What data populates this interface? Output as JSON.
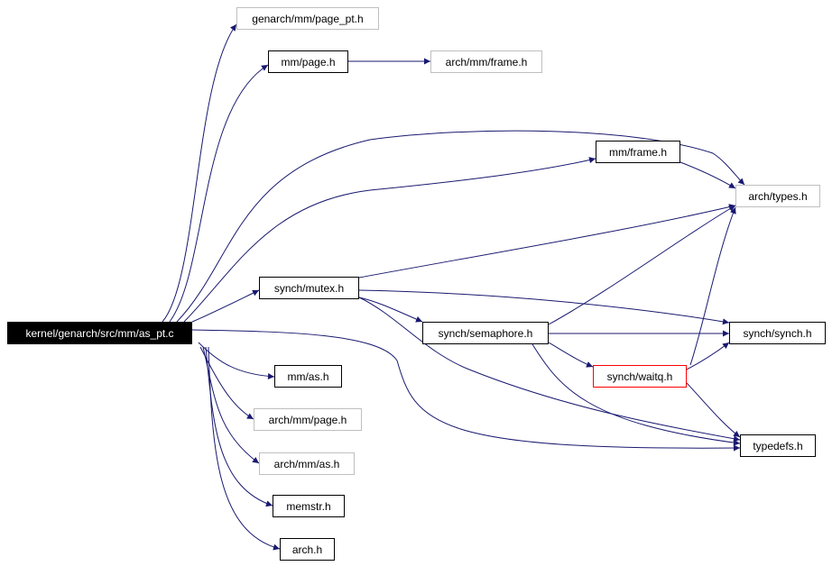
{
  "graph": {
    "root": {
      "label": "kernel/genarch/src/mm/as_pt.c",
      "kind": "root"
    },
    "nodes": [
      {
        "id": "genarch_page_pt",
        "label": "genarch/mm/page_pt.h",
        "kind": "missing"
      },
      {
        "id": "mm_page",
        "label": "mm/page.h",
        "kind": "normal"
      },
      {
        "id": "arch_mm_frame",
        "label": "arch/mm/frame.h",
        "kind": "missing"
      },
      {
        "id": "mm_frame",
        "label": "mm/frame.h",
        "kind": "normal"
      },
      {
        "id": "arch_types",
        "label": "arch/types.h",
        "kind": "missing"
      },
      {
        "id": "synch_mutex",
        "label": "synch/mutex.h",
        "kind": "normal"
      },
      {
        "id": "synch_semaphore",
        "label": "synch/semaphore.h",
        "kind": "normal"
      },
      {
        "id": "synch_synch",
        "label": "synch/synch.h",
        "kind": "normal"
      },
      {
        "id": "synch_waitq",
        "label": "synch/waitq.h",
        "kind": "cycle"
      },
      {
        "id": "typedefs",
        "label": "typedefs.h",
        "kind": "normal"
      },
      {
        "id": "mm_as",
        "label": "mm/as.h",
        "kind": "normal"
      },
      {
        "id": "arch_mm_page",
        "label": "arch/mm/page.h",
        "kind": "missing"
      },
      {
        "id": "arch_mm_as",
        "label": "arch/mm/as.h",
        "kind": "missing"
      },
      {
        "id": "memstr",
        "label": "memstr.h",
        "kind": "normal"
      },
      {
        "id": "arch_h",
        "label": "arch.h",
        "kind": "normal"
      }
    ],
    "edges": [
      [
        "root",
        "genarch_page_pt"
      ],
      [
        "root",
        "mm_page"
      ],
      [
        "mm_page",
        "arch_mm_frame"
      ],
      [
        "root",
        "arch_types"
      ],
      [
        "root",
        "mm_frame"
      ],
      [
        "mm_frame",
        "arch_types"
      ],
      [
        "root",
        "synch_mutex"
      ],
      [
        "synch_mutex",
        "arch_types"
      ],
      [
        "synch_mutex",
        "synch_synch"
      ],
      [
        "synch_mutex",
        "synch_semaphore"
      ],
      [
        "synch_mutex",
        "typedefs"
      ],
      [
        "synch_semaphore",
        "arch_types"
      ],
      [
        "synch_semaphore",
        "synch_synch"
      ],
      [
        "synch_semaphore",
        "synch_waitq"
      ],
      [
        "synch_semaphore",
        "typedefs"
      ],
      [
        "synch_waitq",
        "arch_types"
      ],
      [
        "synch_waitq",
        "synch_synch"
      ],
      [
        "synch_waitq",
        "typedefs"
      ],
      [
        "root",
        "typedefs"
      ],
      [
        "root",
        "mm_as"
      ],
      [
        "root",
        "arch_mm_page"
      ],
      [
        "root",
        "arch_mm_as"
      ],
      [
        "root",
        "memstr"
      ],
      [
        "root",
        "arch_h"
      ]
    ],
    "colors": {
      "edge": "#191970",
      "missing_border": "#bfbfbf",
      "cycle_border": "#ff0000",
      "root_fill": "#000000",
      "root_text": "#ffffff"
    }
  }
}
